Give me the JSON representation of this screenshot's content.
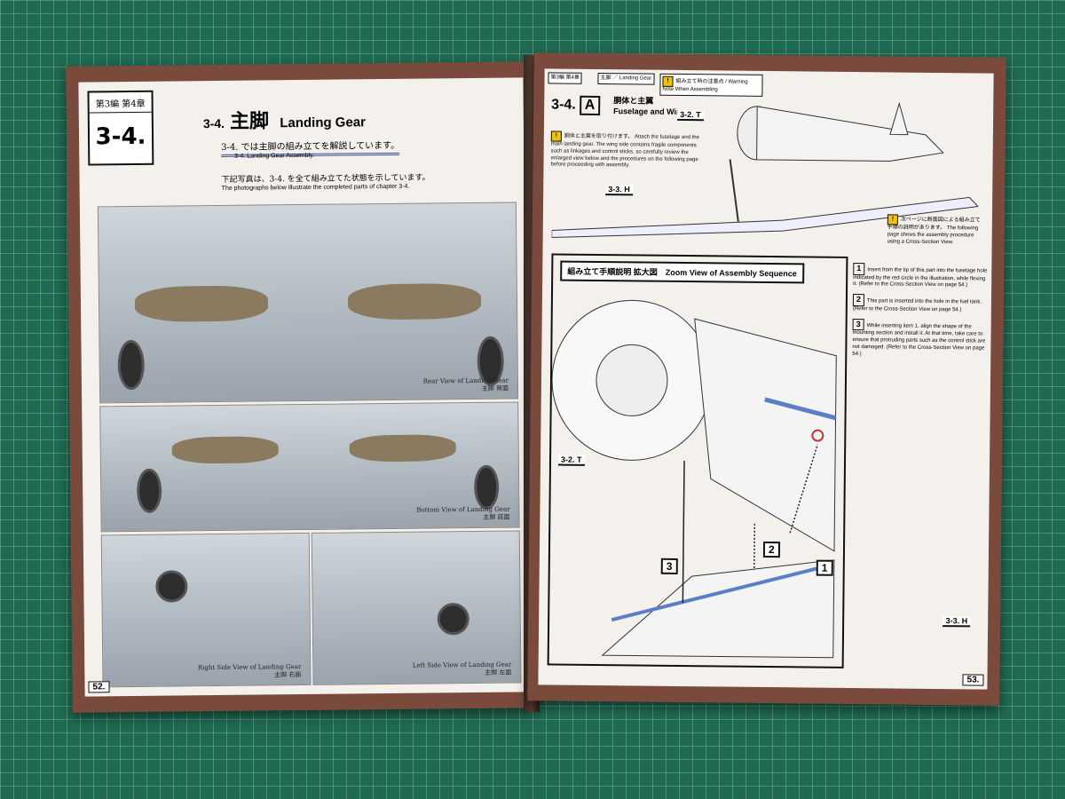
{
  "left_page": {
    "chapter_label": "第3編 第4章",
    "chapter_number": "3-4.",
    "section_number": "3-4.",
    "title_jp": "主脚",
    "title_en": "Landing Gear",
    "lead_jp": "3-4. では主脚の組み立てを解説しています。",
    "lead_en": "3-4. Landing Gear Assembly.",
    "photos_intro_jp": "下記写真は、3-4. を全て組み立てた状態を示しています。",
    "photos_intro_en": "The photographs below illustrate the completed parts of chapter 3-4.",
    "photos": [
      {
        "caption_en": "Rear View of Landing Gear",
        "caption_jp": "主脚 背面"
      },
      {
        "caption_en": "Bottom View of Landing Gear",
        "caption_jp": "主脚 底面"
      },
      {
        "caption_en": "Right Side View of Landing Gear",
        "caption_jp": "主脚 右面"
      },
      {
        "caption_en": "Left Side View of Landing Gear",
        "caption_jp": "主脚 左面"
      }
    ],
    "page_number": "52."
  },
  "right_page": {
    "header_chapter": "第3編 第4章",
    "header_section": "主脚 ／ Landing Gear",
    "header_warning": "組み立て時の注意点 / Warning Note When Assembling",
    "section_label": "3-4.",
    "section_letter": "A",
    "section_title_jp": "胴体と主翼",
    "section_title_en": "Fuselage and Wings",
    "warning_text": "胴体と主翼を取り付けます。 Attach the fuselage and the main landing gear. The wing side contains fragile components such as linkages and control sticks, so carefully review the enlarged view below and the procedures on the following page before proceeding with assembly.",
    "cross_section_note": "次ページに断面図による組み立て手順の説明があります。 The following page shows the assembly procedure using a Cross-Section View.",
    "zoom_title": "組み立て手順説明 拡大図　Zoom View of Assembly Sequence",
    "steps": [
      {
        "n": "1",
        "text": "Insert from the tip of this part into the fuselage hole indicated by the red circle in the illustration, while flexing it. (Refer to the Cross-Section View on page 54.)"
      },
      {
        "n": "2",
        "text": "This part is inserted into the hole in the fuel tank. (Refer to the Cross-Section View on page 54.)"
      },
      {
        "n": "3",
        "text": "While inserting item 1, align the shape of the mounting section and install it. At that time, take care to ensure that protruding parts such as the control stick are not damaged. (Refer to the Cross-Section View on page 54.)"
      }
    ],
    "refs": [
      "3-2. T",
      "3-3. H",
      "3-2. T",
      "3-3. H"
    ],
    "callouts": [
      "1",
      "2",
      "3"
    ],
    "page_number": "53."
  }
}
